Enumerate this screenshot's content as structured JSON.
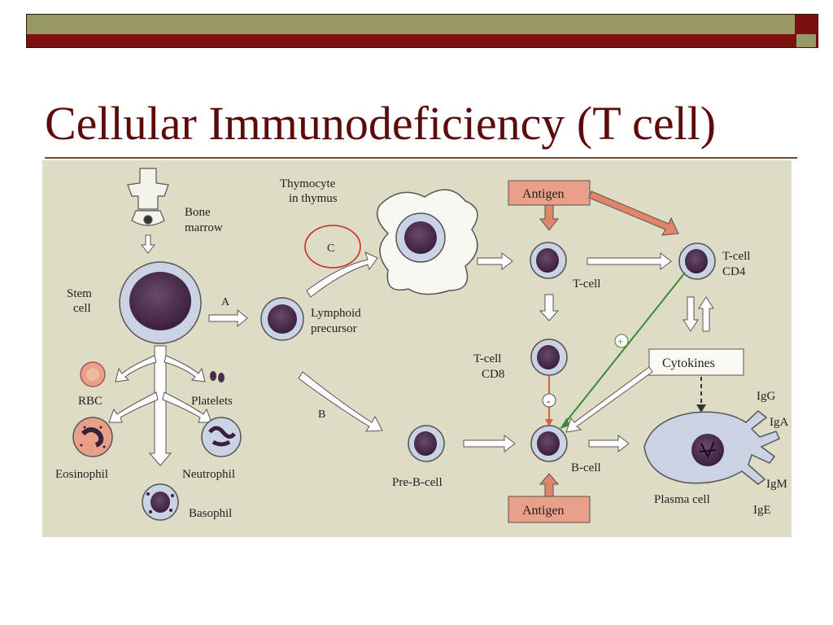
{
  "slide": {
    "title": "Cellular Immunodeficiency (T cell)"
  },
  "diagram": {
    "labels": {
      "bone_marrow_1": "Bone",
      "bone_marrow_2": "marrow",
      "stem_cell_1": "Stem",
      "stem_cell_2": "cell",
      "thymocyte_1": "Thymocyte",
      "thymocyte_2": "in thymus",
      "path_a": "A",
      "path_b": "B",
      "path_c": "C",
      "lymphoid_1": "Lymphoid",
      "lymphoid_2": "precursor",
      "t_cell": "T-cell",
      "t_cell_cd4_1": "T-cell",
      "t_cell_cd4_2": "CD4",
      "t_cell_cd8_1": "T-cell",
      "t_cell_cd8_2": "CD8",
      "antigen_top": "Antigen",
      "antigen_bottom": "Antigen",
      "cytokines": "Cytokines",
      "rbc": "RBC",
      "platelets": "Platelets",
      "eosinophil": "Eosinophil",
      "neutrophil": "Neutrophil",
      "basophil": "Basophil",
      "pre_b_cell": "Pre-B-cell",
      "b_cell": "B-cell",
      "plasma_cell": "Plasma cell",
      "igg": "IgG",
      "iga": "IgA",
      "igm": "IgM",
      "ige": "IgE",
      "plus_sign": "+",
      "minus_sign": "-"
    },
    "colors": {
      "background": "#dedcc4",
      "cell_outer": "#c9d3e3",
      "nucleus": "#4a2d4a",
      "antigen_box": "#e8a088",
      "arrow_orange": "#e0856a",
      "arrow_green": "#3a8a3a",
      "annotation_circle": "#cc2222"
    }
  }
}
